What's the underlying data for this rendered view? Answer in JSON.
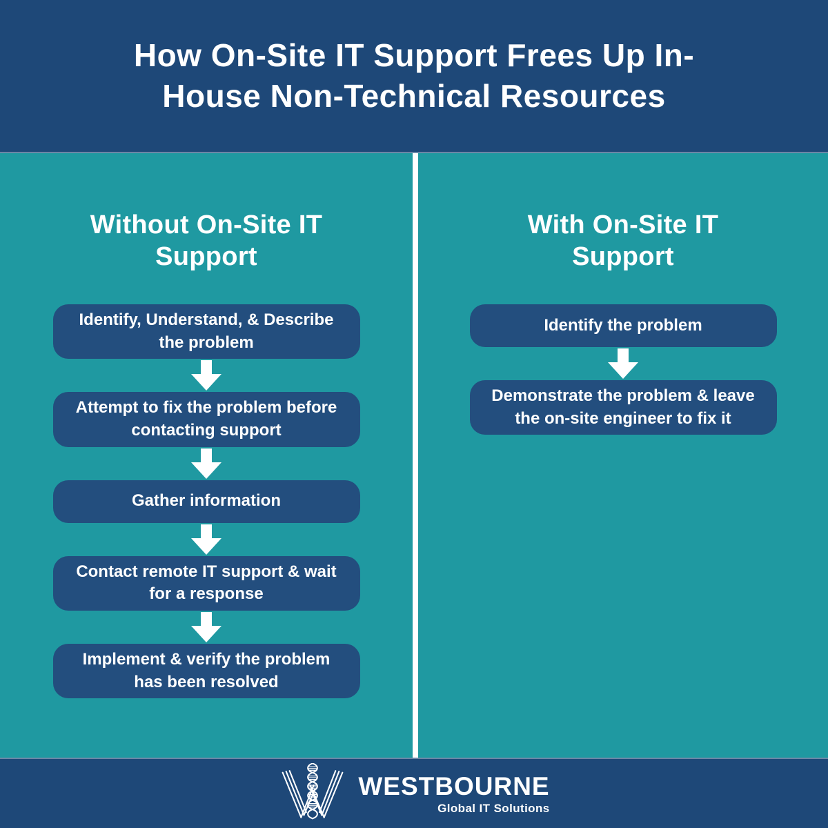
{
  "header": {
    "title": "How On-Site IT Support Frees Up In-House Non-Technical Resources",
    "title_lines": [
      "How On-Site IT Support Frees Up In-",
      "House Non-Technical Resources"
    ]
  },
  "columns": [
    {
      "heading": "Without On-Site IT Support",
      "heading_lines": [
        "Without On-Site IT",
        "Support"
      ],
      "steps": [
        "Identify, Understand, & Describe the problem",
        "Attempt to fix the problem before contacting support",
        "Gather information",
        "Contact remote IT support & wait for a response",
        "Implement & verify the problem has been resolved"
      ]
    },
    {
      "heading": "With On-Site IT Support",
      "heading_lines": [
        "With On-Site IT",
        "Support"
      ],
      "steps": [
        "Identify the problem",
        "Demonstrate the problem & leave the on-site engineer to fix it"
      ]
    }
  ],
  "footer": {
    "brand": "WESTBOURNE",
    "tagline": "Global IT Solutions",
    "logo_icon": "w-dna-logo"
  },
  "colors": {
    "header_navy": "#1E4878",
    "box_navy": "#234E7E",
    "teal": "#1F99A1",
    "divider_white": "#FFFFFF",
    "text_white": "#FFFFFF"
  }
}
